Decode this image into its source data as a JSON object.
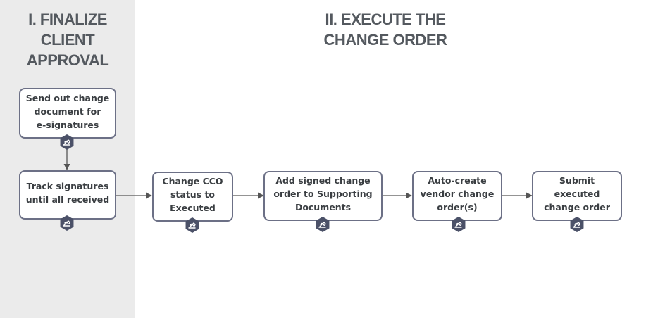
{
  "phases": [
    {
      "lines": [
        "I. FINALIZE CLIENT",
        "APPROVAL"
      ]
    },
    {
      "lines": [
        "II. EXECUTE THE",
        "CHANGE ORDER"
      ]
    }
  ],
  "steps": [
    {
      "lines": [
        "Send out change",
        "document for",
        "e-signatures"
      ]
    },
    {
      "lines": [
        "Track signatures",
        "until all received"
      ]
    },
    {
      "lines": [
        "Change CCO",
        "status to",
        "Executed"
      ]
    },
    {
      "lines": [
        "Add signed change",
        "order to Supporting",
        "Documents"
      ]
    },
    {
      "lines": [
        "Auto-create",
        "vendor change",
        "order(s)"
      ]
    },
    {
      "lines": [
        "Submit",
        "executed",
        "change order"
      ]
    }
  ],
  "icons": {
    "step_badge": "signature-pen-icon"
  },
  "colors": {
    "lane": "#ebebeb",
    "box_border": "#6c7086",
    "badge": "#4b5168",
    "title": "#54595f",
    "arrow": "#555555"
  }
}
